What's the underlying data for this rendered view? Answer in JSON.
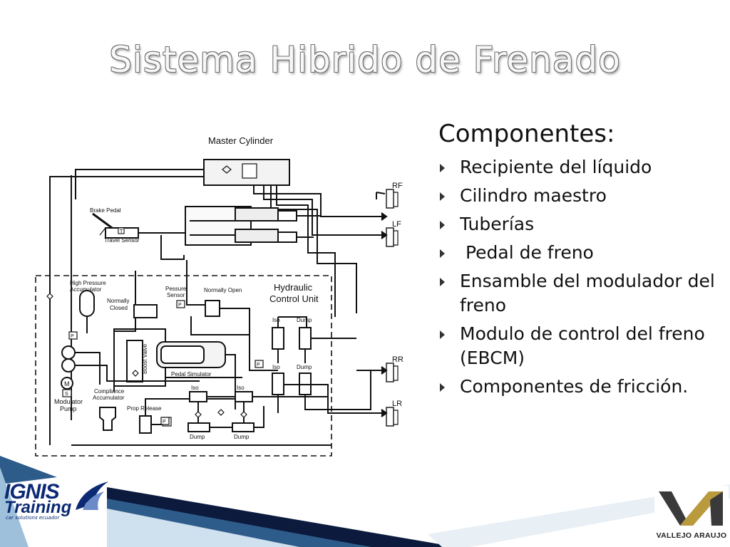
{
  "slide": {
    "title": "Sistema Hibrido de Frenado"
  },
  "diagram": {
    "labels": {
      "master_cylinder": "Master Cylinder",
      "brake_pedal": "Brake Pedal",
      "travel_sensor": "Travel Sensor",
      "travel_sensor_tag": "T",
      "high_pressure_accumulator_1": "High Pressure",
      "high_pressure_accumulator_2": "Accumulator",
      "normally_closed_1": "Normally",
      "normally_closed_2": "Closed",
      "pressure_sensor_1": "Pessure",
      "pressure_sensor_2": "Sensor",
      "normally_open": "Normally Open",
      "hydraulic_1": "Hydraulic",
      "hydraulic_2": "Control Unit",
      "boost_valve": "Boost Valve",
      "pedal_simulator": "Pedal Simulator",
      "compliance_accumulator_1": "Compliance",
      "compliance_accumulator_2": "Accumulator",
      "prop_release": "Prop Release",
      "modulator_pump_1": "Modulator",
      "modulator_pump_2": "Pump",
      "motor_m": "M",
      "motor_s": "S",
      "p_tag": "P",
      "iso": "Iso",
      "dump": "Dump",
      "rf": "RF",
      "lf": "LF",
      "rr": "RR",
      "lr": "LR"
    }
  },
  "panel": {
    "heading": "Componentes:",
    "items": [
      "Recipiente del líquido",
      "Cilindro maestro",
      "Tuberías",
      " Pedal de freno",
      "Ensamble del modulador del freno",
      "Modulo de control del freno (EBCM)",
      "Componentes de fricción."
    ]
  },
  "footer": {
    "left_logo_line1": "IGNIS",
    "left_logo_line2": "Training",
    "left_logo_tagline": "car solutions ecuador",
    "right_logo_text": "VALLEJO ARAUJO"
  },
  "colors": {
    "band_dark": "#0b1a3d",
    "band_mid": "#2e5c8a",
    "band_light": "#cfe0ee",
    "logo_blue": "#0c2a74",
    "right_logo_gold": "#b99a3c"
  }
}
